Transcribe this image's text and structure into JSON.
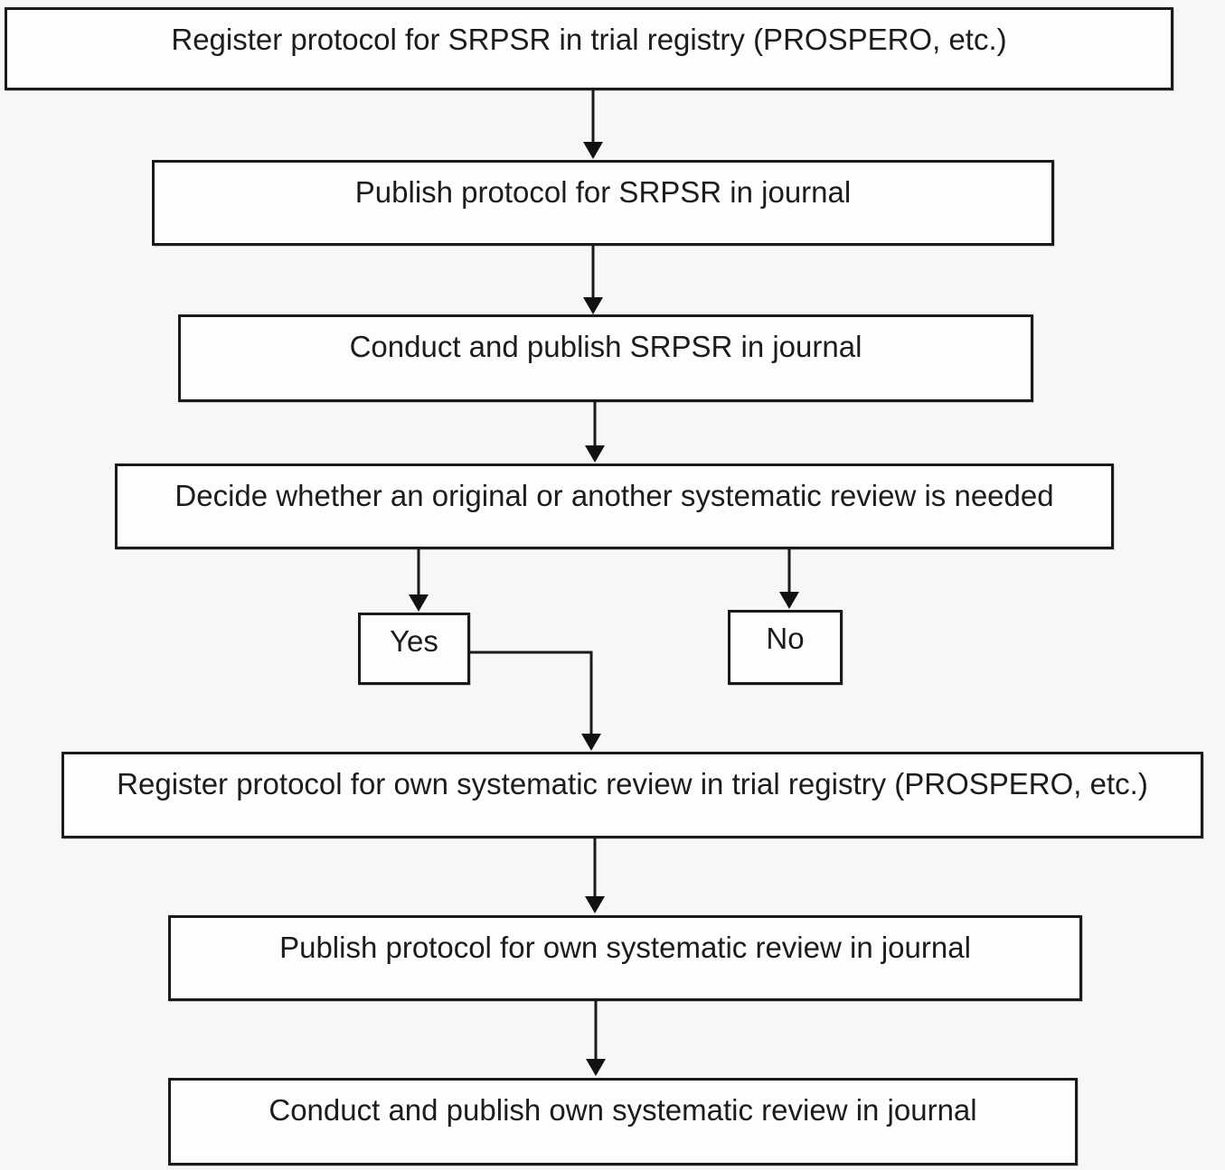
{
  "diagram": {
    "type": "flowchart",
    "colors": {
      "background": "#f7f7f7",
      "box_fill": "#fdfdfd",
      "box_border": "#1a1a1a",
      "text": "#1c1c1c",
      "arrow": "#1a1a1a"
    },
    "nodes": {
      "step1": {
        "label": "Register protocol for SRPSR in trial registry (PROSPERO, etc.)"
      },
      "step2": {
        "label": "Publish protocol for SRPSR in journal"
      },
      "step3": {
        "label": "Conduct and publish SRPSR in journal"
      },
      "step4": {
        "label": "Decide whether an original or another systematic review is needed"
      },
      "yes": {
        "label": "Yes"
      },
      "no": {
        "label": "No"
      },
      "step5": {
        "label": "Register protocol for own systematic review in trial registry (PROSPERO, etc.)"
      },
      "step6": {
        "label": "Publish protocol for own systematic review in journal"
      },
      "step7": {
        "label": "Conduct and publish own systematic review in journal"
      }
    },
    "edges": [
      {
        "from": "step1",
        "to": "step2"
      },
      {
        "from": "step2",
        "to": "step3"
      },
      {
        "from": "step3",
        "to": "step4"
      },
      {
        "from": "step4",
        "to": "yes"
      },
      {
        "from": "step4",
        "to": "no"
      },
      {
        "from": "yes",
        "to": "step5"
      },
      {
        "from": "step5",
        "to": "step6"
      },
      {
        "from": "step6",
        "to": "step7"
      }
    ]
  }
}
